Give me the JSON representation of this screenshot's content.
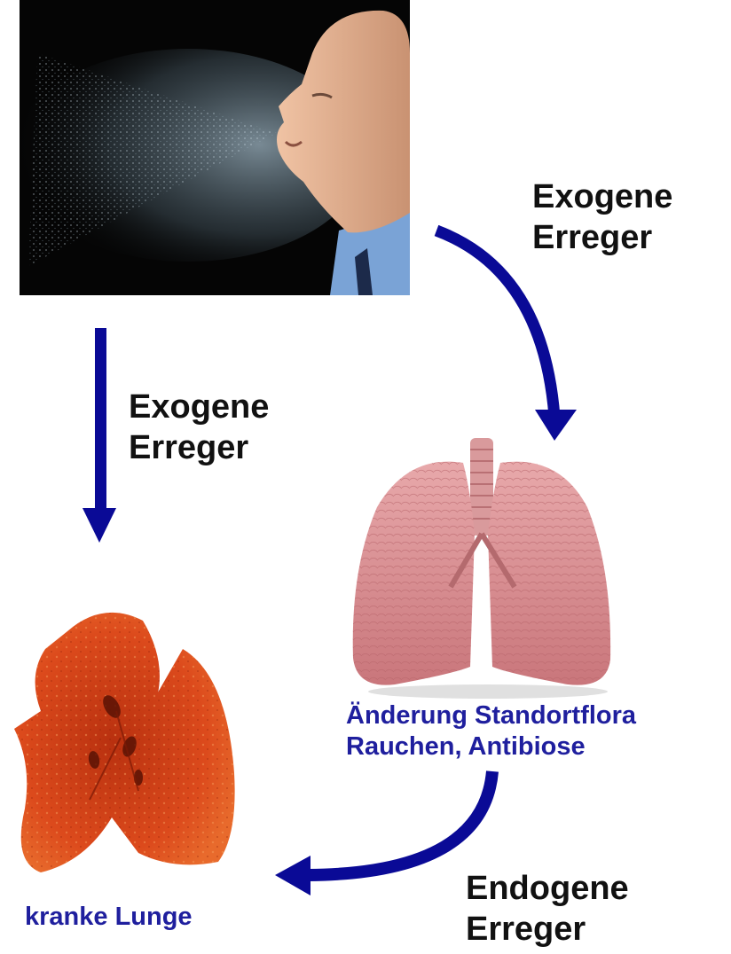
{
  "labels": {
    "exo_right": [
      "Exogene",
      "Erreger"
    ],
    "exo_left": [
      "Exogene",
      "Erreger"
    ],
    "endo": [
      "Endogene",
      "Erreger"
    ],
    "flora": [
      "Änderung Standortflora",
      "Rauchen, Antibiose"
    ],
    "sick_lung": "kranke Lunge"
  },
  "colors": {
    "arrow": "#0a0a96",
    "text_blue": "#1f1f9e",
    "text_dark": "#111111",
    "healthy_lung": "#d98a8e",
    "sick_lung": "#d23a14",
    "photo_bg": "#050505"
  },
  "images": {
    "sneeze_photo": "person-sneezing-icon",
    "healthy_lungs": "healthy-lungs-icon",
    "diseased_lung": "diseased-lung-icon"
  }
}
